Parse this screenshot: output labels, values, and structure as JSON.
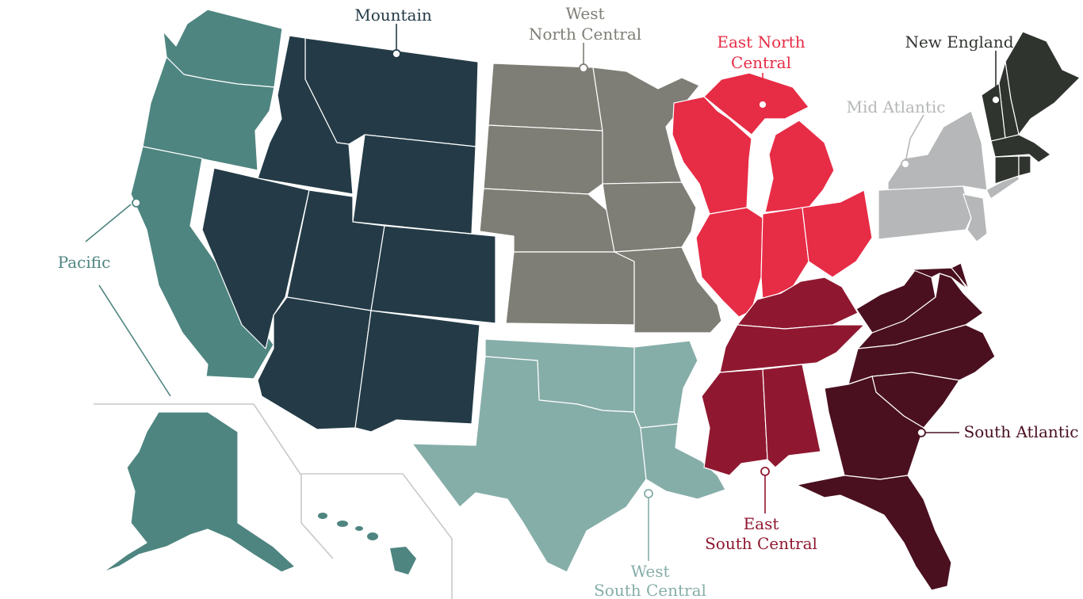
{
  "regions": {
    "pacific": {
      "label": "Pacific",
      "color": "#4e8580",
      "label_color": "#4e8580"
    },
    "mountain": {
      "label": "Mountain",
      "color": "#243b47",
      "label_color": "#243b47"
    },
    "west_north_central": {
      "label_line1": "West",
      "label_line2": "North Central",
      "color": "#7f7e76",
      "label_color": "#7f7e76"
    },
    "east_north_central": {
      "label_line1": "East North",
      "label_line2": "Central",
      "color": "#e72c46",
      "label_color": "#e72c46"
    },
    "mid_atlantic": {
      "label": "Mid Atlantic",
      "color": "#b5b7b8",
      "label_color": "#b5b7b8"
    },
    "new_england": {
      "label": "New England",
      "color": "#30342f",
      "label_color": "#30342f"
    },
    "west_south_central": {
      "label_line1": "West",
      "label_line2": "South Central",
      "color": "#86aea9",
      "label_color": "#86aea9"
    },
    "east_south_central": {
      "label_line1": "East",
      "label_line2": "South Central",
      "color": "#8f1830",
      "label_color": "#8f1830"
    },
    "south_atlantic": {
      "label": "South Atlantic",
      "color": "#4a1020",
      "label_color": "#4a1020"
    }
  },
  "colors": {
    "background": "#ffffff",
    "inset_frame": "#c8c8c8",
    "state_border": "#ffffff"
  }
}
